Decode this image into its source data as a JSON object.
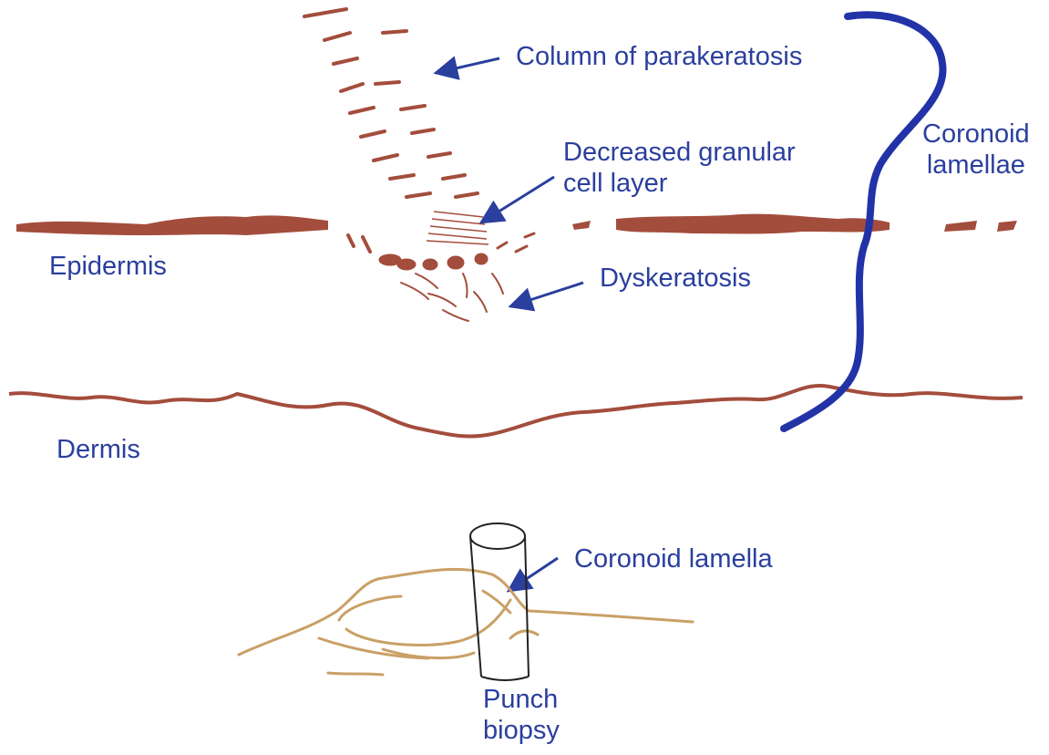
{
  "labels": {
    "column_of_parakeratosis": "Column of parakeratosis",
    "decreased_granular_line1": "Decreased granular",
    "decreased_granular_line2": "cell layer",
    "coronoid_lamellae_line1": "Coronoid",
    "coronoid_lamellae_line2": "lamellae",
    "epidermis": "Epidermis",
    "dyskeratosis": "Dyskeratosis",
    "dermis": "Dermis",
    "coronoid_lamella": "Coronoid lamella",
    "punch_biopsy_line1": "Punch",
    "punch_biopsy_line2": "biopsy"
  },
  "colors": {
    "label_text": "#2a3f9e",
    "arrow": "#2a3f9e",
    "coronoid_bracket": "#2233a8",
    "tissue": "#a34d3c",
    "lesion_outline": "#c9a066",
    "biopsy_outline": "#222222"
  }
}
